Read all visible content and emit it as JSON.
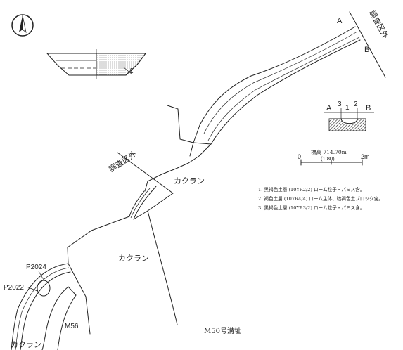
{
  "north_arrow": {
    "icon": "north-arrow-icon"
  },
  "pottery_fragment": {
    "label": "1"
  },
  "section": {
    "left": "A",
    "right": "B",
    "layers": [
      "3",
      "1",
      "2"
    ]
  },
  "scale": {
    "elevation": "標高 714.70m",
    "ratio": "(1:80)",
    "start": "0",
    "end": "2m"
  },
  "legend": [
    "1. 黒褐色土層 (10YR2/2) ローム粒子・パミス含。",
    "2. 褐色土層 (10YR4/4) ローム主体、暗褐色土ブロック含。",
    "3. 黒褐色土層 (10YR3/2) ローム粒子・パミス含。"
  ],
  "labels": {
    "survey_outside_top": "調査区外",
    "survey_outside_mid": "調査区外",
    "point_a": "A",
    "point_b": "B",
    "kakuran_center": "カクラン",
    "kakuran_left": "カクラン",
    "kakuran_bottom": "カクラン",
    "pit_2024": "P2024",
    "pit_2022": "P2022",
    "ditch_m56": "M56",
    "title": "M50号溝址"
  }
}
